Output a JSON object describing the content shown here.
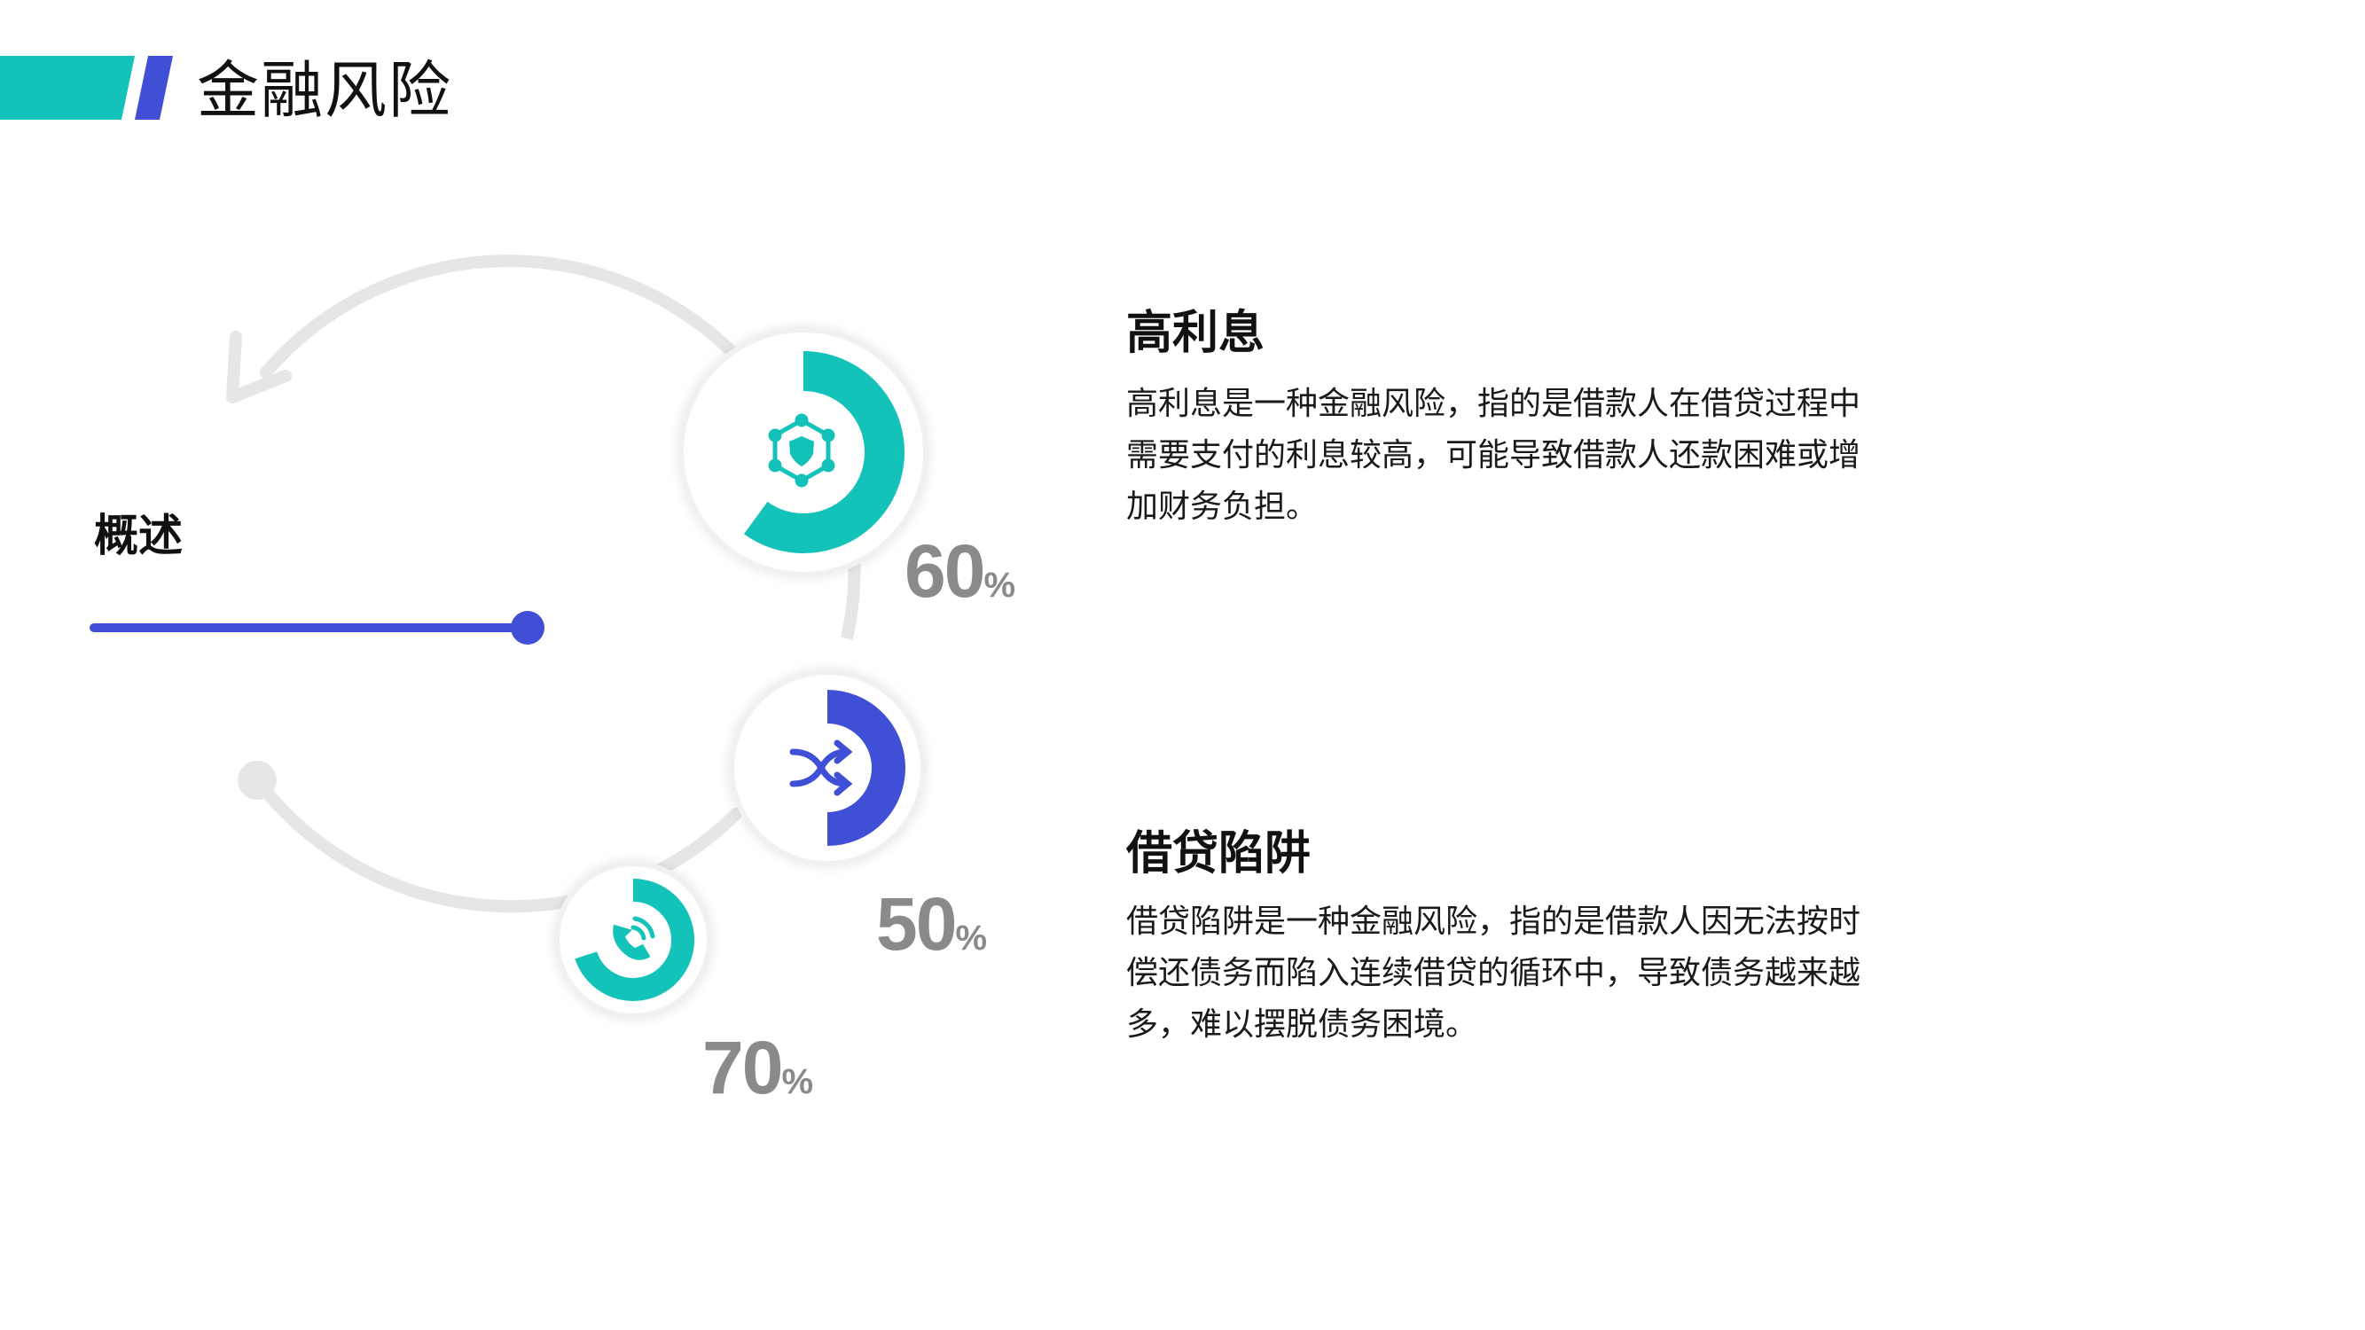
{
  "header": {
    "title": "金融风险"
  },
  "colors": {
    "teal": "#13c2b8",
    "blue": "#3f4fd6",
    "track": "#e6e6e6",
    "percent_text": "#8a8a8a"
  },
  "overview": {
    "label": "概述"
  },
  "indicators": [
    {
      "icon": "shield-network-icon",
      "value": 60,
      "label": "60",
      "unit": "%",
      "color": "#13c2b8"
    },
    {
      "icon": "shuffle-icon",
      "value": 50,
      "label": "50",
      "unit": "%",
      "color": "#3f4fd6"
    },
    {
      "icon": "phone-call-icon",
      "value": 70,
      "label": "70",
      "unit": "%",
      "color": "#13c2b8"
    }
  ],
  "sections": [
    {
      "heading": "高利息",
      "body": "高利息是一种金融风险，指的是借款人在借贷过程中需要支付的利息较高，可能导致借款人还款困难或增加财务负担。"
    },
    {
      "heading": "借贷陷阱",
      "body": "借贷陷阱是一种金融风险，指的是借款人因无法按时偿还债务而陷入连续借贷的循环中，导致债务越来越多，难以摆脱债务困境。"
    }
  ]
}
